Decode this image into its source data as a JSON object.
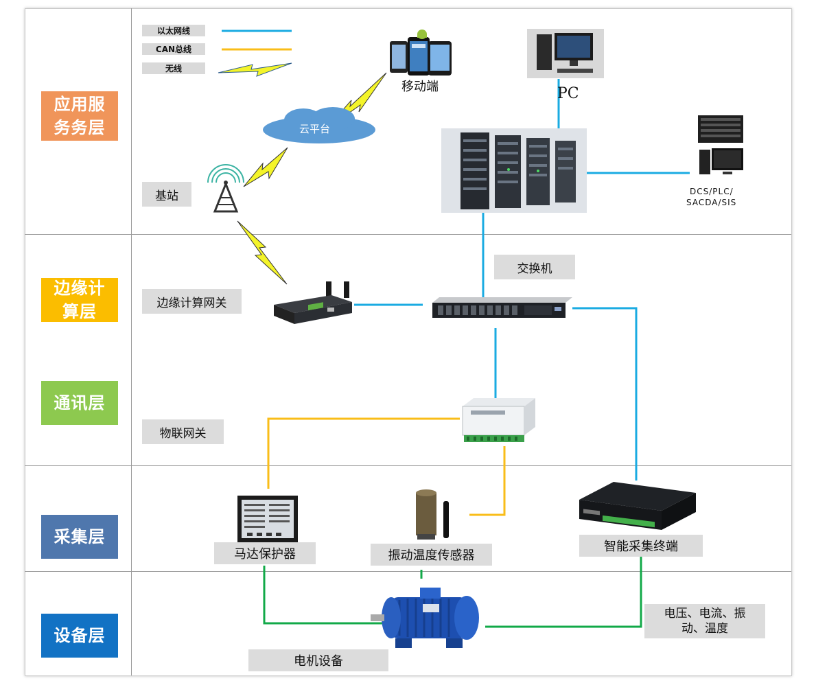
{
  "legend": {
    "ethernet": "以太网线",
    "can_bus": "CAN总线",
    "wireless": "无线"
  },
  "layers": {
    "application": "应用服务务层",
    "edge": "边缘计算层",
    "communication": "通讯层",
    "collection": "采集层",
    "equipment": "设备层"
  },
  "layer_colors": {
    "application": "#f0955a",
    "edge": "#fbbd00",
    "communication": "#8dc94f",
    "collection": "#4f77ad",
    "equipment": "#1272c4"
  },
  "line_colors": {
    "ethernet": "#1aabe2",
    "can_bus": "#f9bd19",
    "power": "#12a948",
    "wireless": "#f4f42a"
  },
  "nodes": {
    "mobile": "移动端",
    "pc": "PC",
    "cloud": "云平台",
    "base_station": "基站",
    "dcs": "DCS/PLC/",
    "sacda": "SACDA/SIS",
    "switch": "交换机",
    "edge_gateway": "边缘计算网关",
    "iot_gateway": "物联网关",
    "motor_protector": "马达保护器",
    "vib_sensor": "振动温度传感器",
    "smart_terminal": "智能采集终端",
    "signals_line1": "电压、电流、振",
    "signals_line2": "动、温度",
    "motor": "电机设备"
  }
}
